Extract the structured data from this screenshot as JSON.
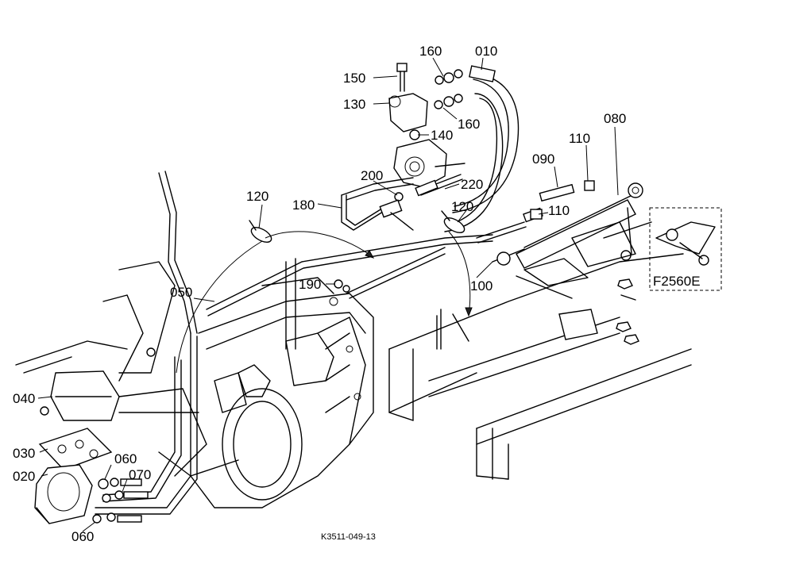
{
  "labels": {
    "p010": "010",
    "p020": "020",
    "p030": "030",
    "p040": "040",
    "p050": "050",
    "p060a": "060",
    "p060b": "060",
    "p070": "070",
    "p080": "080",
    "p090": "090",
    "p100": "100",
    "p110a": "110",
    "p110b": "110",
    "p120a": "120",
    "p120b": "120",
    "p130": "130",
    "p140": "140",
    "p150": "150",
    "p160a": "160",
    "p160b": "160",
    "p180": "180",
    "p190": "190",
    "p200": "200",
    "p220": "220"
  },
  "inset_label": "F2560E",
  "drawing_code": "K3511-049-13"
}
